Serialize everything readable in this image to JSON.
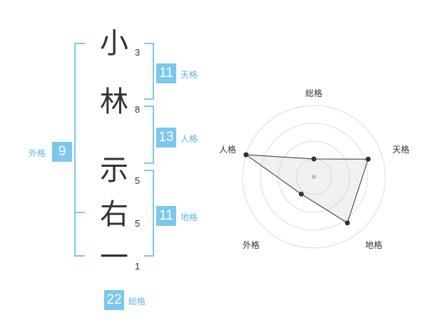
{
  "name_chars": [
    {
      "char": "小",
      "strokes": "3"
    },
    {
      "char": "林",
      "strokes": "8"
    },
    {
      "char": "示",
      "strokes": "5"
    },
    {
      "char": "右",
      "strokes": "5"
    },
    {
      "char": "一",
      "strokes": "1"
    }
  ],
  "scores": {
    "tenkaku": {
      "value": "11",
      "label": "天格"
    },
    "jinkaku": {
      "value": "13",
      "label": "人格"
    },
    "chikaku": {
      "value": "11",
      "label": "地格"
    },
    "gaikaku": {
      "value": "9",
      "label": "外格"
    },
    "soukaku": {
      "value": "22",
      "label": "総格"
    }
  },
  "colors": {
    "accent": "#7cc7ee",
    "accent_text": "#5fb6e6",
    "text": "#333333"
  },
  "chart_data": {
    "type": "radar",
    "axes": [
      "総格",
      "天格",
      "地格",
      "外格",
      "人格"
    ],
    "values": [
      0.25,
      0.8,
      0.8,
      0.3,
      1.0
    ],
    "rings": 4
  }
}
